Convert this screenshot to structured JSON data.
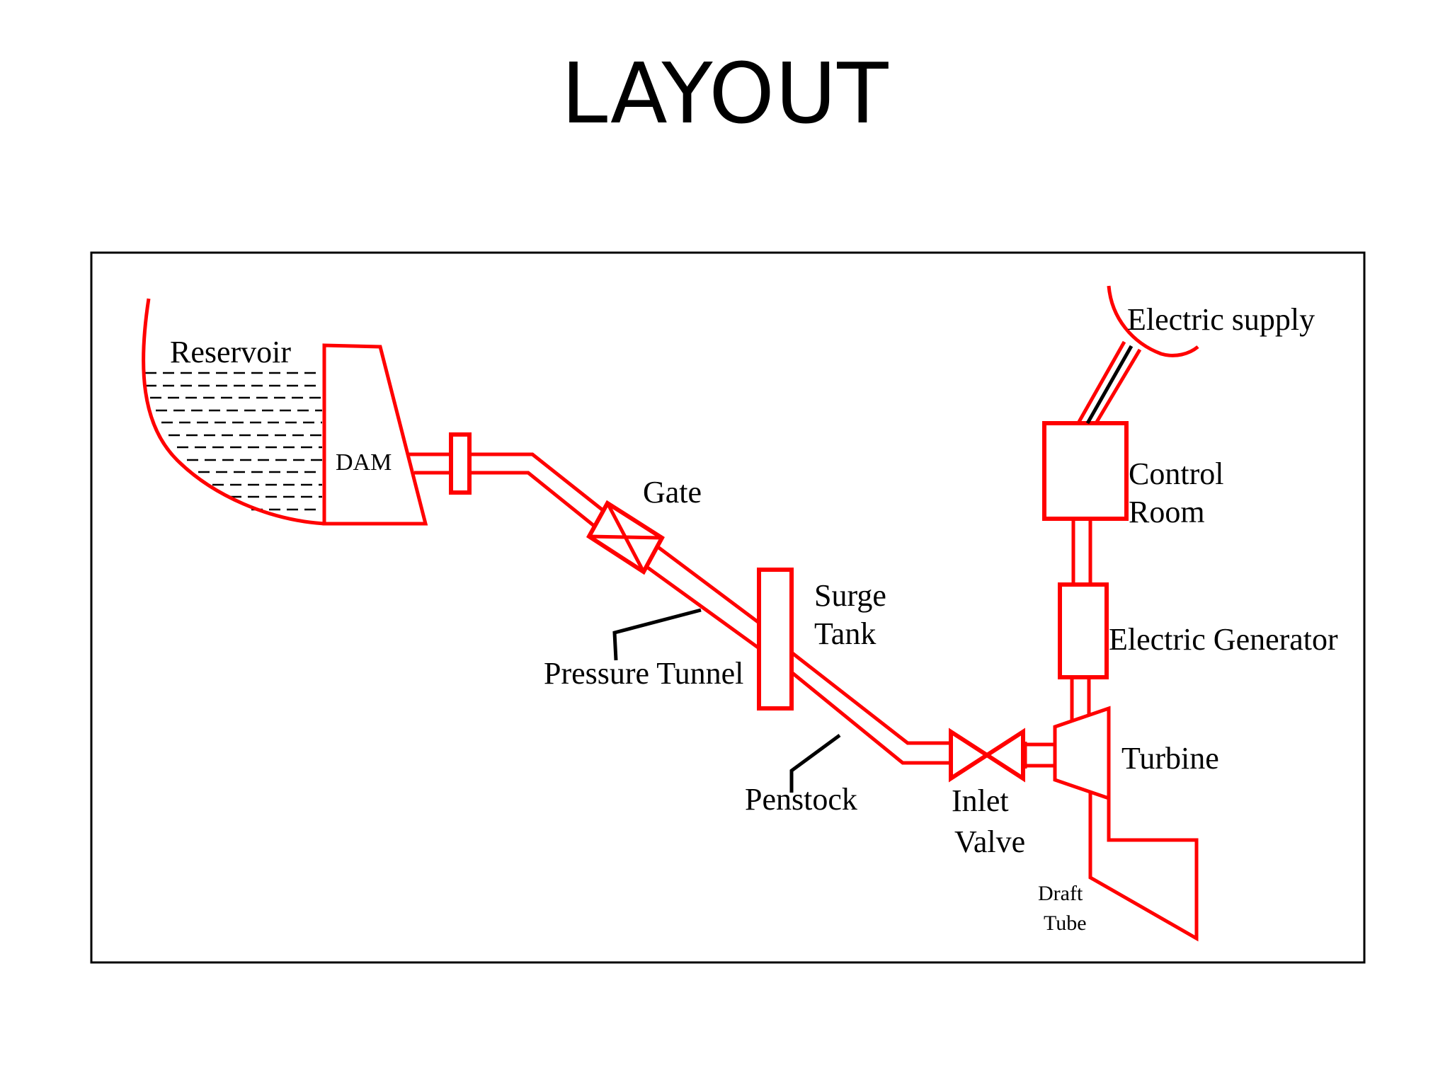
{
  "title": "LAYOUT",
  "colors": {
    "pipe": "#ff0000",
    "leader": "#000000",
    "frame": "#000000"
  },
  "labels": {
    "reservoir": "Reservoir",
    "dam": "DAM",
    "gate": "Gate",
    "pressure_tunnel": "Pressure Tunnel",
    "surge_tank_line1": "Surge",
    "surge_tank_line2": "Tank",
    "penstock": "Penstock",
    "inlet_valve_line1": "Inlet",
    "inlet_valve_line2": "Valve",
    "turbine": "Turbine",
    "draft_tube_line1": "Draft",
    "draft_tube_line2": "Tube",
    "electric_generator": "Electric Generator",
    "control_room_line1": "Control",
    "control_room_line2": "Room",
    "electric_supply": "Electric supply"
  }
}
